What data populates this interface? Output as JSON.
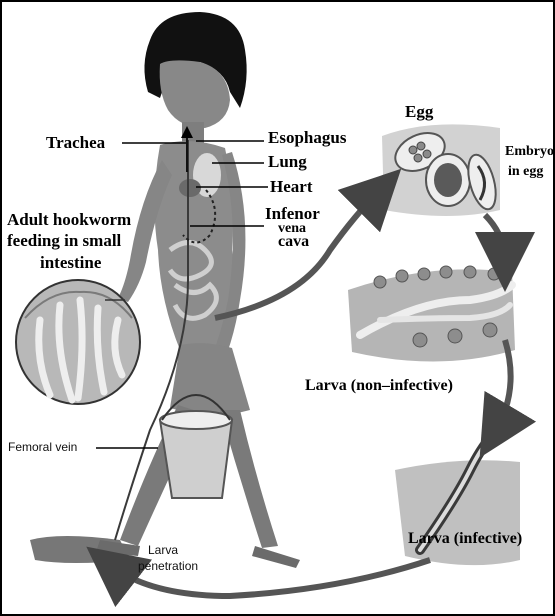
{
  "labels": {
    "trachea": "Trachea",
    "esophagus": "Esophagus",
    "lung": "Lung",
    "heart": "Heart",
    "inferior_vena_cava_1": "Infenor",
    "inferior_vena_cava_2": "vena",
    "inferior_vena_cava_3": "cava",
    "adult_hookworm_1": "Adult hookworm",
    "adult_hookworm_2": "feeding in small",
    "adult_hookworm_3": "intestine",
    "egg": "Egg",
    "embryo_1": "Embryo",
    "embryo_2": "in egg",
    "larva_non_infective": "Larva (non–infective)",
    "larva_infective": "Larva (infective)",
    "femoral_vein": "Femoral vein",
    "larva_penetration_1": "Larva",
    "larva_penetration_2": "penetration"
  },
  "colors": {
    "figure_skin": "#8a8a8a",
    "hair": "#111111",
    "arrow": "#444444",
    "egg_shell": "#9a9a9a",
    "larva_bg": "#c8c8c8"
  }
}
